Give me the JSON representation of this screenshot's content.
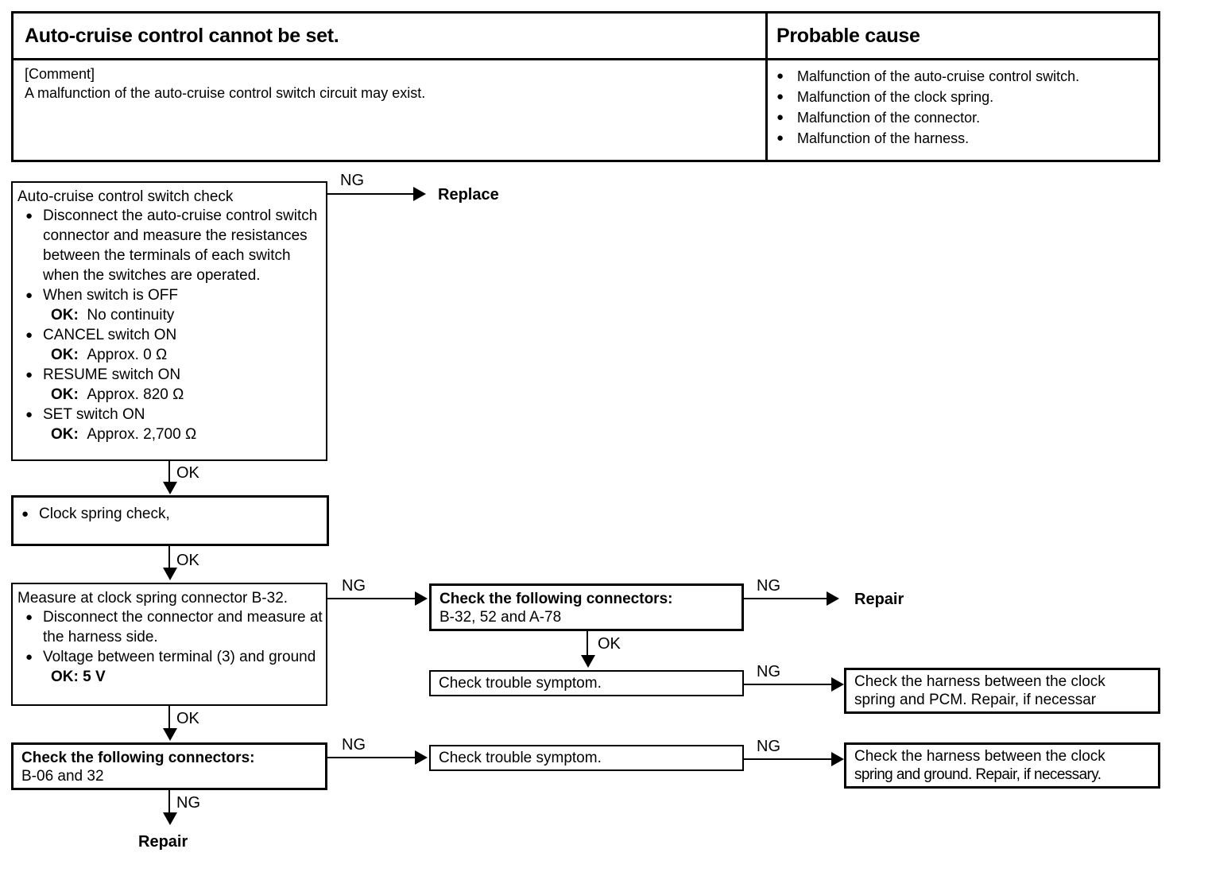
{
  "symptom_table": {
    "symptom_header": "Auto-cruise control cannot be set.",
    "cause_header": "Probable cause",
    "comment_label": "[Comment]",
    "comment_text": "A malfunction of the auto-cruise control switch circuit may exist.",
    "causes": [
      "Malfunction of the auto-cruise control switch.",
      "Malfunction of the clock spring.",
      "Malfunction of the connector.",
      "Malfunction of the harness."
    ]
  },
  "flow": {
    "labels": {
      "ng": "NG",
      "ok": "OK"
    },
    "box_switch_check": {
      "title": "Auto-cruise control switch check",
      "items": [
        {
          "text": "Disconnect the auto-cruise control switch connector and measure the resistances between the terminals of each switch when the switches are operated."
        },
        {
          "text": "When switch is OFF",
          "ok_label": "OK:",
          "ok_value": "No continuity"
        },
        {
          "text": "CANCEL switch ON",
          "ok_label": "OK:",
          "ok_value": "Approx. 0 Ω"
        },
        {
          "text": "RESUME switch ON",
          "ok_label": "OK:",
          "ok_value": "Approx. 820 Ω"
        },
        {
          "text": "SET switch ON",
          "ok_label": "OK:",
          "ok_value": "Approx. 2,700 Ω"
        }
      ]
    },
    "terminal_replace": "Replace",
    "box_clock_spring": {
      "item": "Clock   spring   check,"
    },
    "box_measure": {
      "title": "Measure at clock spring connector B-32.",
      "items": [
        {
          "text": "Disconnect the connector and measure at the harness side."
        },
        {
          "text": "Voltage between terminal (3) and ground",
          "ok_label": "OK: 5 V"
        }
      ]
    },
    "box_connectors_1": {
      "line1": "Check the following connectors:",
      "line2": "B-32, 52 and A-78"
    },
    "terminal_repair_top": "Repair",
    "box_trouble_1": {
      "line1": "Check trouble symptom."
    },
    "box_harness_pcm": {
      "line1": "Check the harness between the clock",
      "line2": "spring and PCM. Repair, if necessar"
    },
    "box_connectors_2": {
      "line1": "Check the following connectors:",
      "line2": "B-06 and 32"
    },
    "box_trouble_2": {
      "line1": "Check trouble symptom."
    },
    "box_harness_ground": {
      "line1": "Check the harness between the clock",
      "line2": "spring and ground. Repair, if necessary."
    },
    "terminal_repair_bottom": "Repair"
  },
  "colors": {
    "ink": "#000000",
    "paper": "#ffffff"
  }
}
